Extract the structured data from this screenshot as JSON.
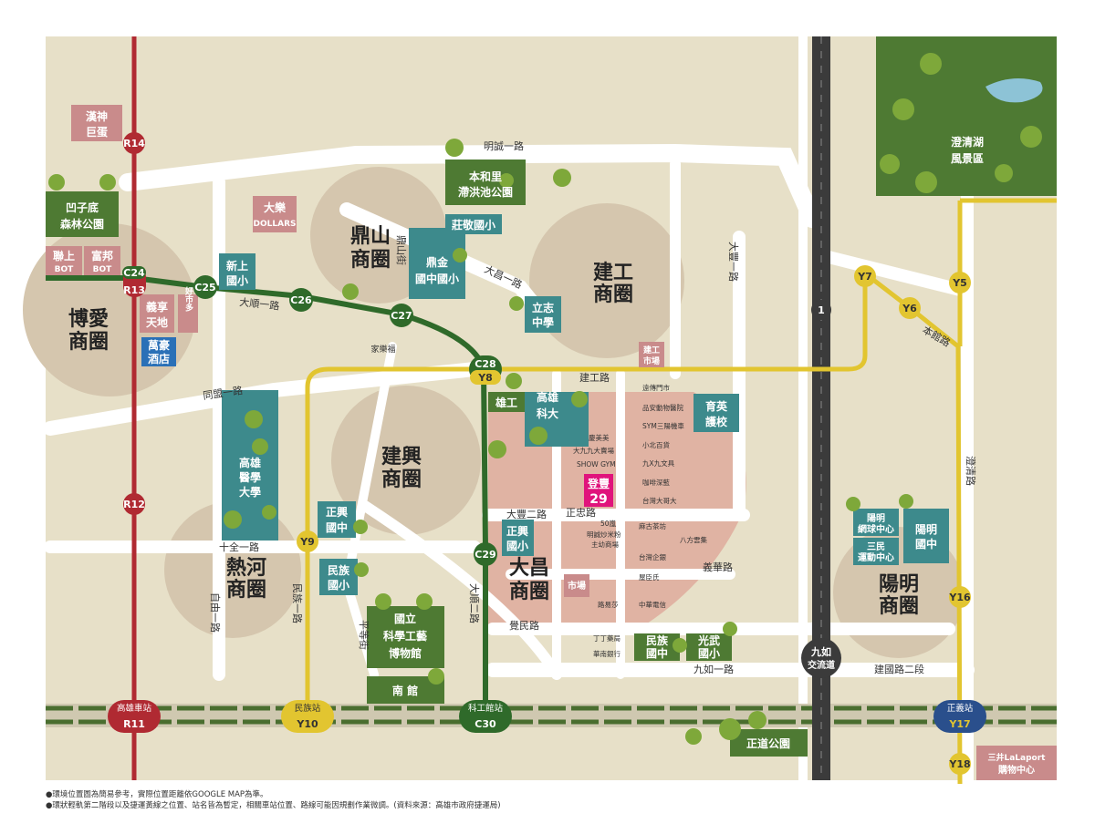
{
  "districts": [
    "鼎山",
    "商圈",
    "建工",
    "商圈",
    "博愛",
    "商圈",
    "建興",
    "商圈",
    "熱河",
    "商圈",
    "大昌",
    "商圈",
    "陽明",
    "商圈"
  ],
  "roads": [
    "明誠一路",
    "大昌一路",
    "大順一路",
    "同盟一路",
    "十全一路",
    "自由一路",
    "民族一路",
    "大順二路",
    "覺民路",
    "九如一路",
    "建國路二段",
    "建工路",
    "大豐二路",
    "義華路",
    "大豐一路",
    "澄清路",
    "本館路",
    "鼎山街",
    "正忠路",
    "平等街"
  ],
  "green_boxes": [
    "凹子底",
    "森林公園",
    "本和里",
    "滯洪池公園",
    "國立",
    "科學工藝",
    "博物館",
    "南 館",
    "正道公園",
    "澄清湖",
    "風景區",
    "民族",
    "國中",
    "光武",
    "國小",
    "雄工"
  ],
  "teal_boxes": [
    "莊敬國小",
    "鼎金",
    "國中國小",
    "新上",
    "國小",
    "立志",
    "中學",
    "高雄",
    "醫學",
    "大學",
    "正興",
    "國中",
    "民族",
    "國小",
    "高雄",
    "科大",
    "育英",
    "護校",
    "正興",
    "國小",
    "陽明",
    "網球中心",
    "三民",
    "運動中心",
    "陽明",
    "國中"
  ],
  "pink_boxes": [
    "漢神",
    "巨蛋",
    "大樂",
    "DOLLARS",
    "聯上",
    "BOT",
    "富邦",
    "BOT",
    "義享",
    "天地",
    "好市多",
    "建工",
    "市場",
    "市場",
    "三井LaLaport",
    "購物中心"
  ],
  "blue_boxes": [
    "萬豪",
    "酒店"
  ],
  "magenta_box": [
    "登豐",
    "29"
  ],
  "landmark": [
    "九如",
    "交流道"
  ],
  "carrefour": "家樂福",
  "pois": [
    "遠傳門市",
    "品安動物醫院",
    "SYM三陽機車",
    "小北百貨",
    "九X九文具",
    "咖啡深藍",
    "台灣大哥大",
    "慶美美",
    "大九九大賣場",
    "SHOW GYM",
    "麻古茶坊",
    "八方雲集",
    "台灣企銀",
    "屋臣氏",
    "中華電信",
    "50嵐",
    "明誠炒米粉",
    "主幼商場",
    "路易莎",
    "丁丁藥局",
    "華南銀行"
  ],
  "red_line": [
    "R14",
    "R13",
    "R12",
    "R11"
  ],
  "green_line": [
    "C24",
    "C25",
    "C26",
    "C27",
    "C28",
    "C29",
    "C30"
  ],
  "yellow_line": [
    "Y8",
    "Y9",
    "Y10",
    "Y7",
    "Y6",
    "Y5",
    "Y16",
    "Y17",
    "Y18"
  ],
  "station_names": [
    "高雄車站",
    "民族站",
    "科工館站",
    "正義站"
  ],
  "notes": [
    "●環境位置圖為簡易參考，實際位置距離依GOOGLE MAP為準。",
    "●環狀輕軌第二階段以及捷運黃線之位置、站名皆為暫定，相關車站位置、路線可能因規劃作業微調。(資料來源：高雄市政府捷運局)"
  ],
  "colors": {
    "bg": "#e7e0c8",
    "road": "#ffffff",
    "circle": "#d5c6ae",
    "red": "#b02a32",
    "green": "#2f6a2a",
    "yellow": "#e2c530",
    "dark": "#3b3b3b",
    "teal": "#3d8a8c",
    "green_box": "#4e7a33",
    "pink": "#c98b8b",
    "magenta": "#e0147c",
    "blue": "#2a70b7",
    "zone": "#e0b3a3"
  }
}
